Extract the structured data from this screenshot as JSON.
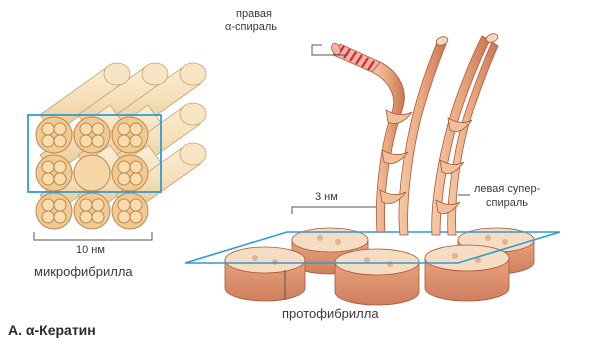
{
  "labels": {
    "right_helix_line1": "правая",
    "right_helix_line2": "α-спираль",
    "left_superhelix_line1": "левая супер-",
    "left_superhelix_line2": "спираль",
    "dim_3nm": "3 нм",
    "dim_10nm": "10 нм",
    "microfibril": "микрофибрилла",
    "protofibril": "протофибрилла",
    "caption": "А. α-Кератин"
  },
  "colors": {
    "cylinder_fill": "#f5dfb8",
    "cylinder_end": "#f3c98f",
    "strand": "#e7a77c",
    "strand_dark": "#c46b4b",
    "helix_red": "#d8263a",
    "outline_blue": "#2e9cd3",
    "leader_line": "#555555"
  }
}
